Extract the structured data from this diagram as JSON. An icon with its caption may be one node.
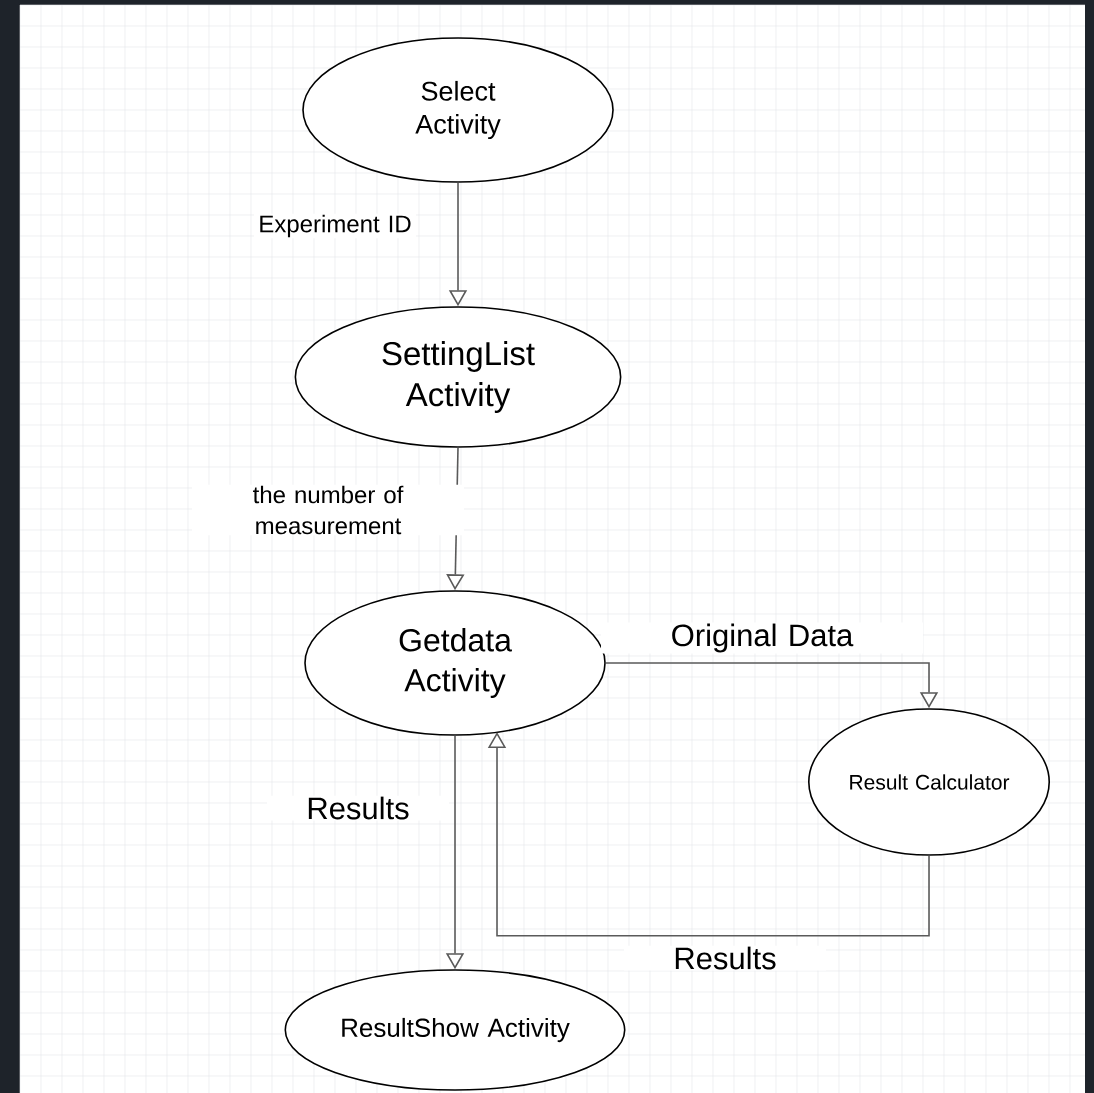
{
  "diagram": {
    "nodes": [
      {
        "text": [
          "Select Activity"
        ]
      },
      {
        "text": [
          "SettingList Activity"
        ]
      },
      {
        "text": [
          "Getdata Activity"
        ]
      },
      {
        "text": [
          "Result Calculator"
        ]
      },
      {
        "text": [
          "ResultShow Activity"
        ]
      }
    ],
    "edges": [
      {
        "from": 0,
        "to": 1,
        "arrow": "to",
        "label": "Experiment ID"
      },
      {
        "from": 1,
        "to": 2,
        "arrow": "to",
        "label": "the number of measurement"
      },
      {
        "from": 2,
        "to": 3,
        "arrow": "to",
        "label": "Original Data"
      },
      {
        "from": 2,
        "to": 4,
        "arrow": "to",
        "label": "Results"
      },
      {
        "from": 3,
        "to": 2,
        "arrow": "to",
        "label": "Results"
      }
    ]
  }
}
